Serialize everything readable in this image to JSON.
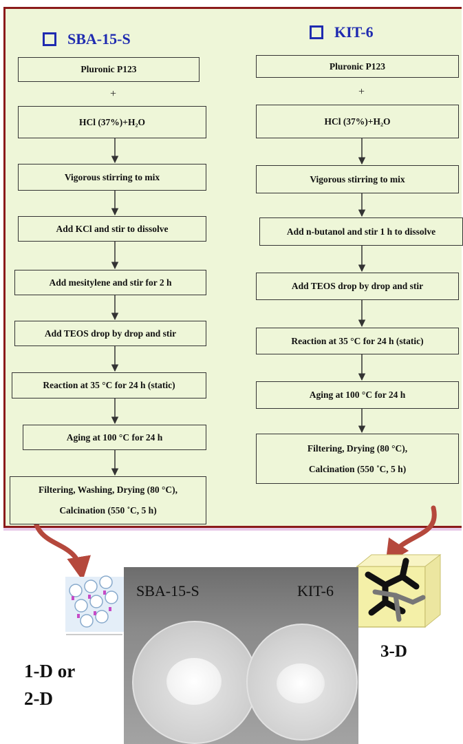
{
  "left": {
    "title": "SBA-15-S",
    "steps": [
      "Pluronic P123",
      "HCl (37%)+H₂O",
      "Vigorous stirring to mix",
      "Add KCl and stir to dissolve",
      "Add mesitylene and stir for 2 h",
      "Add TEOS drop by drop and stir",
      "Reaction at 35 °C for 24 h (static)",
      "Aging at 100 °C for 24 h"
    ],
    "final_line1": "Filtering, Washing, Drying (80 °C),",
    "final_line2": "Calcination (550 ˚C, 5 h)"
  },
  "right": {
    "title": "KIT-6",
    "steps": [
      "Pluronic P123",
      "HCl (37%)+H₂O",
      "Vigorous stirring to mix",
      "Add n-butanol and stir 1 h to dissolve",
      "Add TEOS drop by drop and stir",
      "Reaction at 35 °C for 24 h (static)",
      "Aging at 100 °C for 24 h"
    ],
    "final_line1": "Filtering, Drying (80 °C),",
    "final_line2": "Calcination (550 ˚C, 5 h)"
  },
  "plus_sign": "+",
  "photo": {
    "label_left": "SBA-15-S",
    "label_right": "KIT-6"
  },
  "dimensionality": {
    "left_line1": "1-D or",
    "left_line2": "2-D",
    "right": "3-D"
  }
}
